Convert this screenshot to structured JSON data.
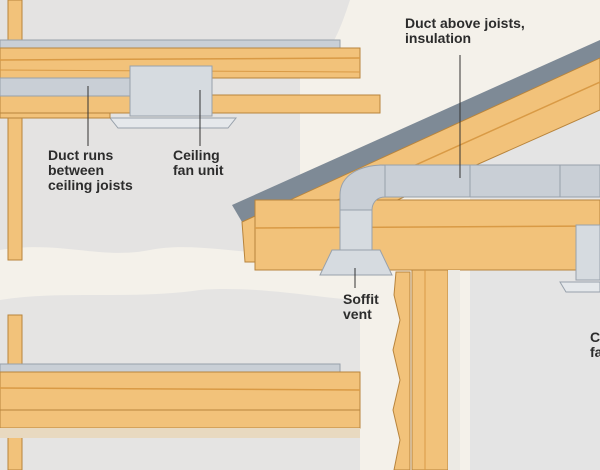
{
  "labels": {
    "duct_runs": "Duct runs\nbetween\nceiling joists",
    "ceiling_fan_unit": "Ceiling\nfan unit",
    "duct_above_joists": "Duct above joists,\ninsulation",
    "soffit_vent": "Soffit\nvent",
    "cropped_right": "C\nfa"
  },
  "colors": {
    "wood": "#f2c27a",
    "wood_dark": "#d99a45",
    "duct": "#c9cfd6",
    "duct_dark": "#98a1ab",
    "sky": "#e2e2e2",
    "roof": "#7e8a96"
  }
}
